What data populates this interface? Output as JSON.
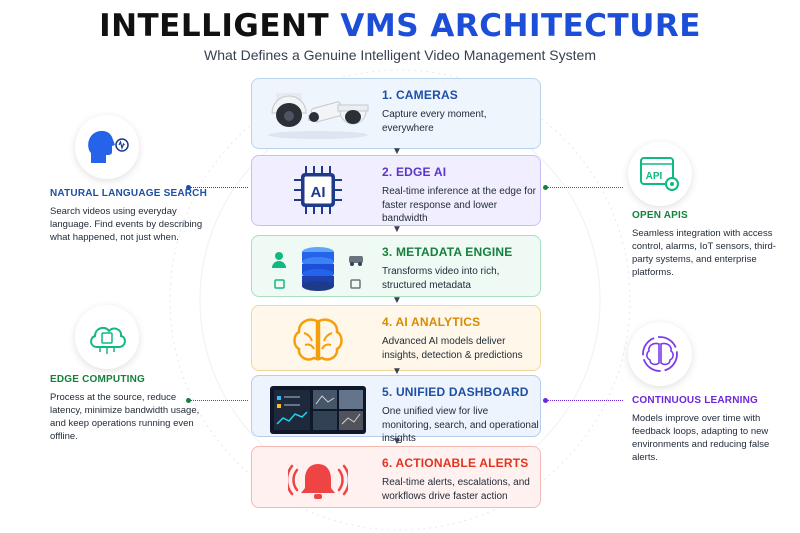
{
  "header": {
    "title_part1": "INTELLIGENT ",
    "title_part2": "VMS ARCHITECTURE",
    "subtitle": "What Defines a Genuine Intelligent Video Management System"
  },
  "layers": [
    {
      "title": "1. CAMERAS",
      "description": "Capture every moment, everywhere",
      "icon": "security-cameras-icon"
    },
    {
      "title": "2. EDGE AI",
      "description": "Real-time inference at the edge for faster response and lower bandwidth",
      "icon": "ai-chip-icon"
    },
    {
      "title": "3. METADATA ENGINE",
      "description": "Transforms video into rich, structured metadata",
      "icon": "database-icon"
    },
    {
      "title": "4. AI ANALYTICS",
      "description": "Advanced AI models deliver insights, detection & predictions",
      "icon": "brain-icon"
    },
    {
      "title": "5. UNIFIED DASHBOARD",
      "description": "One unified view for live monitoring, search, and operational insights",
      "icon": "dashboard-screen-icon"
    },
    {
      "title": "6. ACTIONABLE ALERTS",
      "description": "Real-time alerts, escalations, and workflows drive faster action",
      "icon": "alarm-bell-icon"
    }
  ],
  "left_features": [
    {
      "title": "NATURAL LANGUAGE SEARCH",
      "description": "Search videos using everyday language. Find events by describing what happened, not just when.",
      "icon": "voice-head-icon",
      "color": "#1e4fa3"
    },
    {
      "title": "EDGE COMPUTING",
      "description": "Process at the source, reduce latency, minimize bandwidth usage, and keep operations running even offline.",
      "icon": "cloud-chip-icon",
      "color": "#15803d"
    }
  ],
  "right_features": [
    {
      "title": "OPEN APIS",
      "description": "Seamless integration with access control, alarms, IoT sensors, third-party systems, and enterprise platforms.",
      "icon": "api-gear-icon",
      "color": "#15803d"
    },
    {
      "title": "CONTINUOUS LEARNING",
      "description": "Models improve over time with feedback loops, adapting to new environments and reducing false alerts.",
      "icon": "brain-cycle-icon",
      "color": "#6d28d9"
    }
  ],
  "api_icon_label": "API",
  "ai_chip_label": "AI",
  "colors": {
    "title_accent": "#1d4ed8",
    "cameras": "#1d4fa8",
    "edge_ai": "#5b34c9",
    "metadata": "#15803d",
    "analytics": "#d98a00",
    "dashboard": "#1e4fa3",
    "alerts": "#e0351f"
  }
}
